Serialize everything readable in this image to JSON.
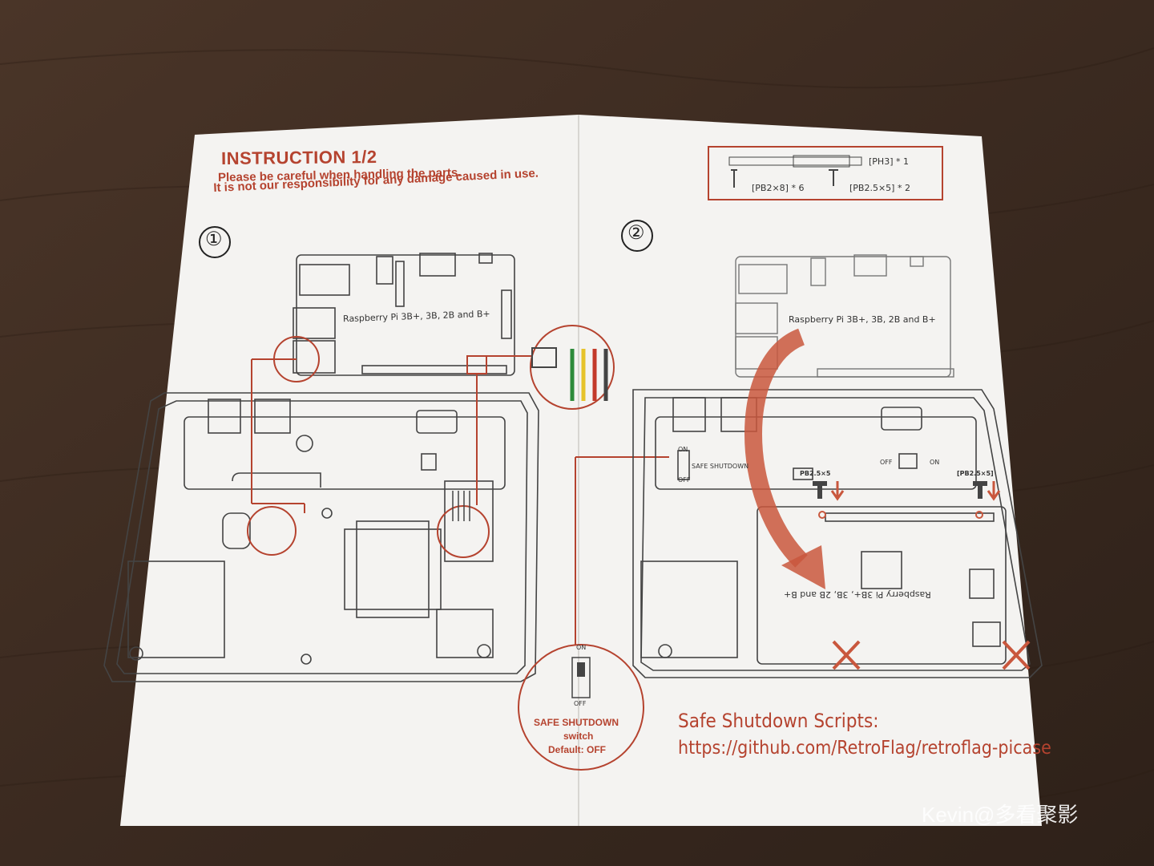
{
  "sheet": {
    "title": "INSTRUCTION 1/2",
    "line1": "Please be careful when handling the parts.",
    "line2": "It is not our responsibility for any damage caused in use."
  },
  "steps": {
    "step1": "①",
    "step2": "②"
  },
  "parts": {
    "ph3": "[PH3] * 1",
    "pb2x8": "[PB2×8] * 6",
    "pb25x5": "[PB2.5×5] * 2"
  },
  "board_label": "Raspberry Pi 3B+, 3B, 2B and B+",
  "board_label_flipped": "Raspberry Pi 3B+, 3B, 2B and B+",
  "switch": {
    "on": "ON",
    "off": "OFF",
    "name": "SAFE SHUTDOWN",
    "callout_on": "ON",
    "callout_off": "OFF",
    "callout_line1": "SAFE SHUTDOWN",
    "callout_line2": "switch",
    "callout_line3": "Default: OFF"
  },
  "power_switch": {
    "off": "OFF",
    "on": "ON"
  },
  "screws": {
    "left": "PB2.5×5",
    "right": "[PB2.5×5]"
  },
  "scripts": {
    "heading": "Safe Shutdown Scripts:",
    "url": "https://github.com/RetroFlag/retroflag-picase"
  },
  "watermark": "Kevin@多看聚影",
  "colors": {
    "accent": "#b5432f",
    "paper": "#f4f3f1",
    "table": "#3a2a20"
  }
}
